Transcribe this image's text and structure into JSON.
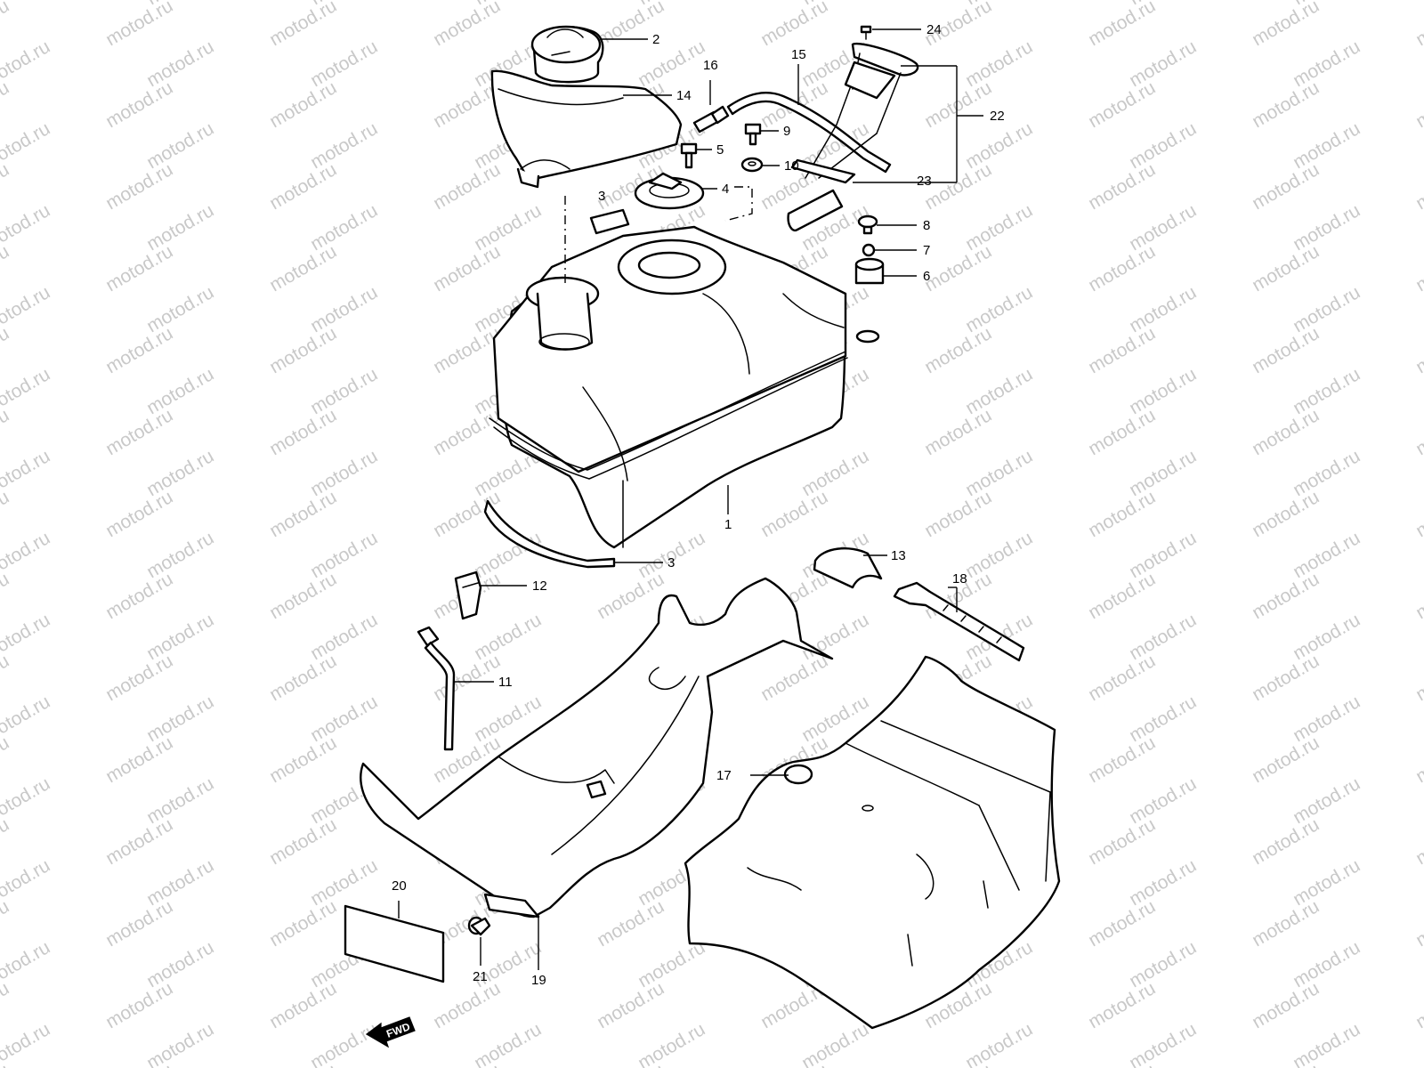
{
  "watermark": "motod.ru",
  "fwd_label": "FWD",
  "callouts": [
    "1",
    "2",
    "3",
    "4",
    "5",
    "6",
    "7",
    "8",
    "9",
    "10",
    "11",
    "12",
    "13",
    "14",
    "15",
    "16",
    "17",
    "18",
    "19",
    "20",
    "21",
    "22",
    "23",
    "24"
  ]
}
